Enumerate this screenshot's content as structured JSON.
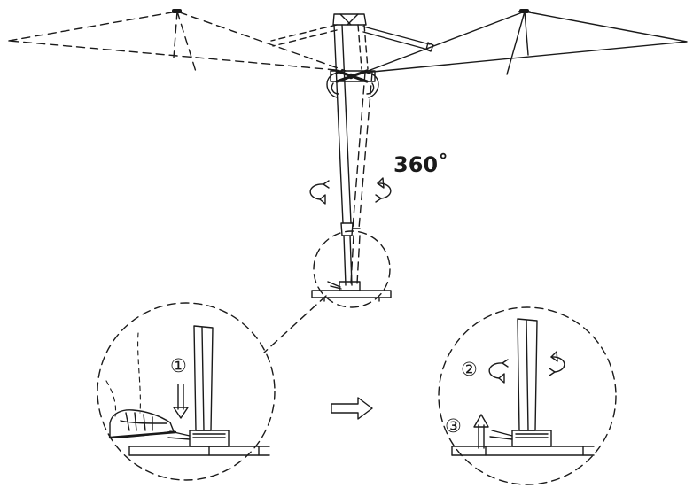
{
  "diagram": {
    "rotation_label": "360˚",
    "steps": [
      {
        "marker": "①"
      },
      {
        "marker": "②"
      },
      {
        "marker": "③"
      }
    ],
    "colors": {
      "line": "#1a1a1a",
      "background": "#ffffff"
    },
    "icons": [
      "rotate-left-icon",
      "rotate-right-icon",
      "arrow-down-icon",
      "arrow-up-icon",
      "arrow-right-icon",
      "shoe-icon"
    ]
  }
}
